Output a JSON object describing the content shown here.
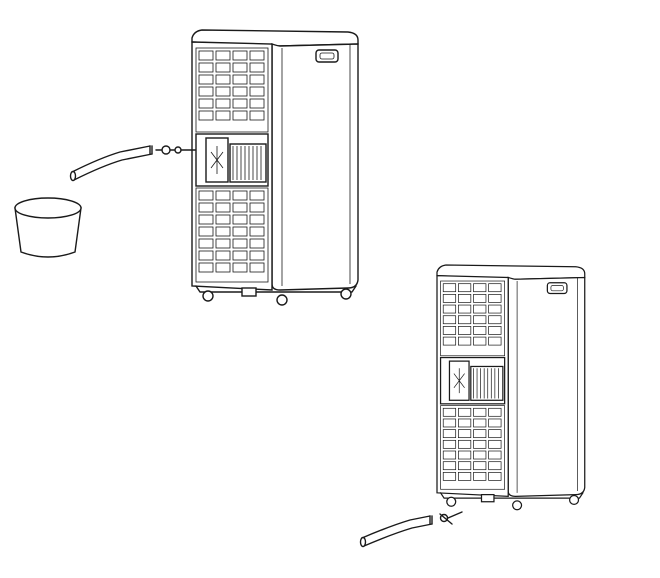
{
  "colors": {
    "line": "#1a1a1a",
    "background": "#ffffff"
  },
  "illustrations": [
    {
      "id": "drain-into-container",
      "parts": [
        "air-conditioner",
        "drain-hose",
        "drain-plug",
        "water-container"
      ]
    },
    {
      "id": "continuous-drain",
      "parts": [
        "air-conditioner",
        "drain-hose",
        "drain-plug"
      ]
    }
  ]
}
